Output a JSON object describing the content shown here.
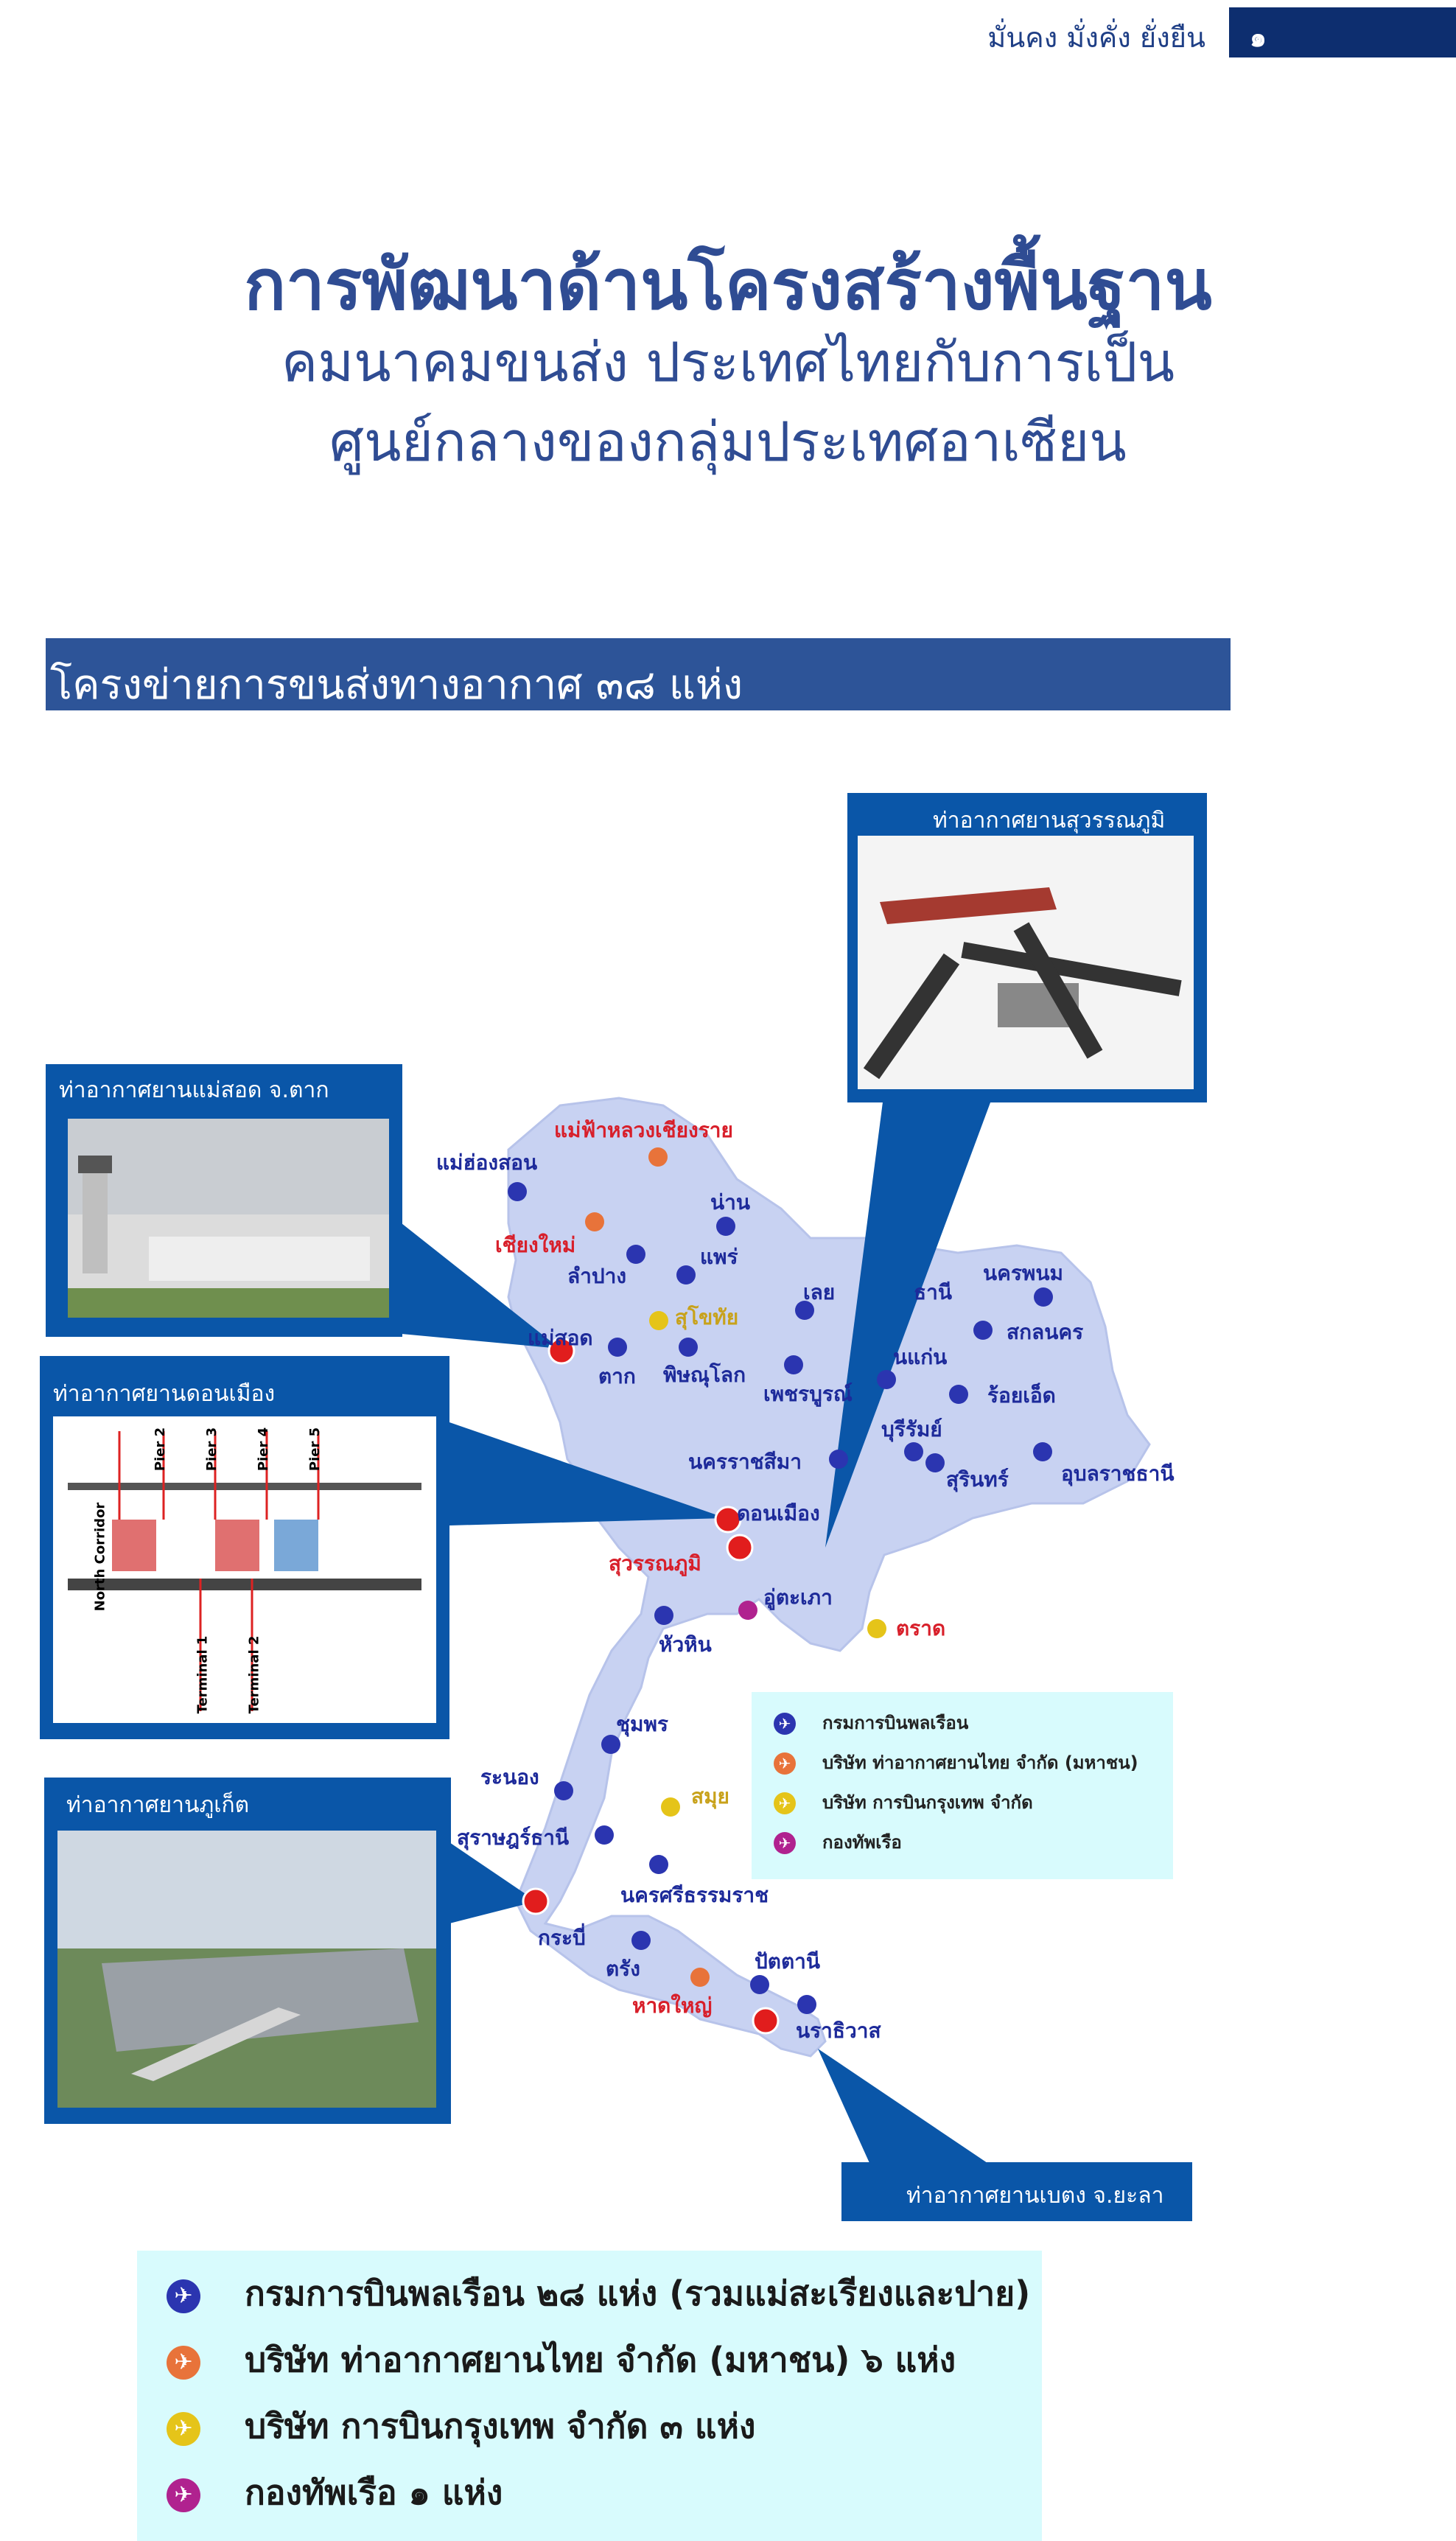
{
  "header": {
    "motto": "มั่นคง มั่งคั่ง ยั่งยืน",
    "page_number": "๑"
  },
  "title": {
    "line1": "การพัฒนาด้านโครงสร้างพื้นฐาน",
    "line2": "คมนาคมขนส่ง ประเทศไทยกับการเป็น",
    "line3": "ศูนย์กลางของกลุ่มประเทศอาเซียน"
  },
  "section": {
    "title": "โครงข่ายการขนส่งทางอากาศ ๓๘ แห่ง"
  },
  "callouts": {
    "suvarnabhumi": "ท่าอากาศยานสุวรรณภูมิ",
    "maesot": "ท่าอากาศยานแม่สอด จ.ตาก",
    "donmueang": "ท่าอากาศยานดอนเมือง",
    "phuket": "ท่าอากาศยานภูเก็ต",
    "betong": "ท่าอากาศยานเบตง จ.ยะลา"
  },
  "donmueang_diagram": {
    "piers": [
      "Pier 2",
      "Pier 3",
      "Pier 4",
      "Pier 5"
    ],
    "terminals": [
      "Terminal 1",
      "Terminal 2"
    ],
    "corridor": "North Corridor"
  },
  "map_labels": {
    "maefahluang": "แม่ฟ้าหลวงเชียงราย",
    "maehongson": "แม่ฮ่องสอน",
    "nan": "น่าน",
    "chiangmai": "เชียงใหม่",
    "phrae": "แพร่",
    "lampang": "ลำปาง",
    "sukhothai": "สุโขทัย",
    "loei": "เลย",
    "udon": "ธานี",
    "nakhonphanom": "นครพนม",
    "sakon": "สกลนคร",
    "maesot": "แม่สอด",
    "tak": "ตาก",
    "phitsanulok": "พิษณุโลก",
    "phetchabun": "เพชรบูรณ์",
    "khonkaen": "นแก่น",
    "roiet": "ร้อยเอ็ด",
    "buriram": "บุรีรัมย์",
    "surin": "สุรินทร์",
    "ubon": "อุบลราชธานี",
    "korat": "นครราชสีมา",
    "donmueang": "ดอนเมือง",
    "suvarnabhumi": "สุวรรณภูมิ",
    "utapao": "อู่ตะเภา",
    "trat": "ตราด",
    "huahin": "หัวหิน",
    "chumphon": "ชุมพร",
    "ranong": "ระนอง",
    "samui": "สมุย",
    "suratthani": "สุราษฎร์ธานี",
    "nakhonsi": "นครศรีธรรมราช",
    "krabi": "กระบี่",
    "trang": "ตรัง",
    "hatyai": "หาดใหญ่",
    "pattani": "ปัตตานี",
    "narathiwat": "นราธิวาส"
  },
  "legend_small": [
    {
      "label": "กรมการบินพลเรือน",
      "color": "#2b35b0"
    },
    {
      "label": "บริษัท ท่าอากาศยานไทย จำกัด (มหาชน)",
      "color": "#e8733a"
    },
    {
      "label": "บริษัท การบินกรุงเทพ จำกัด",
      "color": "#e5c419"
    },
    {
      "label": "กองทัพเรือ",
      "color": "#b0228f"
    }
  ],
  "legend_big": [
    {
      "label": "กรมการบินพลเรือน ๒๘ แห่ง (รวมแม่สะเรียงและปาย)",
      "color": "#2b35b0"
    },
    {
      "label": "บริษัท ท่าอากาศยานไทย จำกัด (มหาชน) ๖ แห่ง",
      "color": "#e8733a"
    },
    {
      "label": "บริษัท การบินกรุงเทพ จำกัด ๓ แห่ง",
      "color": "#e5c419"
    },
    {
      "label": "กองทัพเรือ ๑ แห่ง",
      "color": "#b0228f"
    }
  ],
  "icons": {
    "airport": "airplane-icon"
  }
}
